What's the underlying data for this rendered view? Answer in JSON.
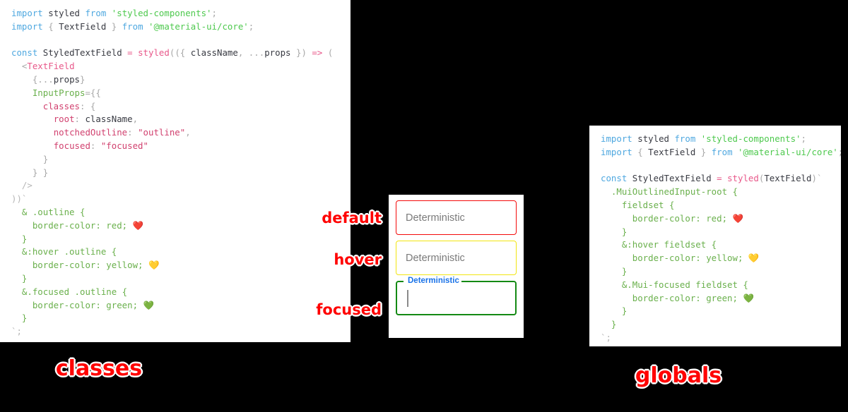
{
  "annotations": {
    "state_default": "default",
    "state_hover": "hover",
    "state_focused": "focused",
    "left_caption": "classes",
    "right_caption": "globals"
  },
  "colors": {
    "annotation_red": "#ff0000",
    "default_border": "#f40b0b",
    "hover_border": "#f2e612",
    "focused_border": "#148a14",
    "float_label_blue": "#1a73e8",
    "placeholder_grey": "#7a7a7a",
    "keyword_blue": "#4fa8e0",
    "string_green": "#4ec94e",
    "function_pink": "#e8588a",
    "property_pink": "#d1416f",
    "css_green": "#6ab04c",
    "punctuation_grey": "#a8a8a8",
    "panel_background": "#ffffff",
    "page_background": "#000000"
  },
  "demo_panel": {
    "fields": [
      {
        "name": "default",
        "value": "",
        "placeholder": "Deterministic",
        "label_floating": false,
        "border_color": "#f40b0b",
        "focused": false
      },
      {
        "name": "hover",
        "value": "",
        "placeholder": "Deterministic",
        "label_floating": false,
        "border_color": "#f2e612",
        "focused": false
      },
      {
        "name": "focused",
        "value": "",
        "label": "Deterministic",
        "label_floating": true,
        "border_color": "#148a14",
        "focused": true
      }
    ]
  },
  "code_classes": {
    "title": "classes",
    "lines": [
      "import styled from 'styled-components';",
      "import { TextField } from '@material-ui/core';",
      "",
      "const StyledTextField = styled(({ className, ...props }) => (",
      "  <TextField",
      "    {...props}",
      "    InputProps={{",
      "      classes: {",
      "        root: className,",
      "        notchedOutline: \"outline\",",
      "        focused: \"focused\"",
      "      }",
      "    } }",
      "  />",
      "))`",
      "  & .outline {",
      "    border-color: red; ❤️",
      "  }",
      "  &:hover .outline {",
      "    border-color: yellow; 💛",
      "  }",
      "  &.focused .outline {",
      "    border-color: green; 💚",
      "  }",
      "`;"
    ]
  },
  "code_globals": {
    "title": "globals",
    "lines": [
      "import styled from 'styled-components';",
      "import { TextField } from '@material-ui/core';",
      "",
      "const StyledTextField = styled(TextField)`",
      "  .MuiOutlinedInput-root {",
      "    fieldset {",
      "      border-color: red; ❤️",
      "    }",
      "    &:hover fieldset {",
      "      border-color: yellow; 💛",
      "    }",
      "    &.Mui-focused fieldset {",
      "      border-color: green; 💚",
      "    }",
      "  }",
      "`;"
    ]
  }
}
